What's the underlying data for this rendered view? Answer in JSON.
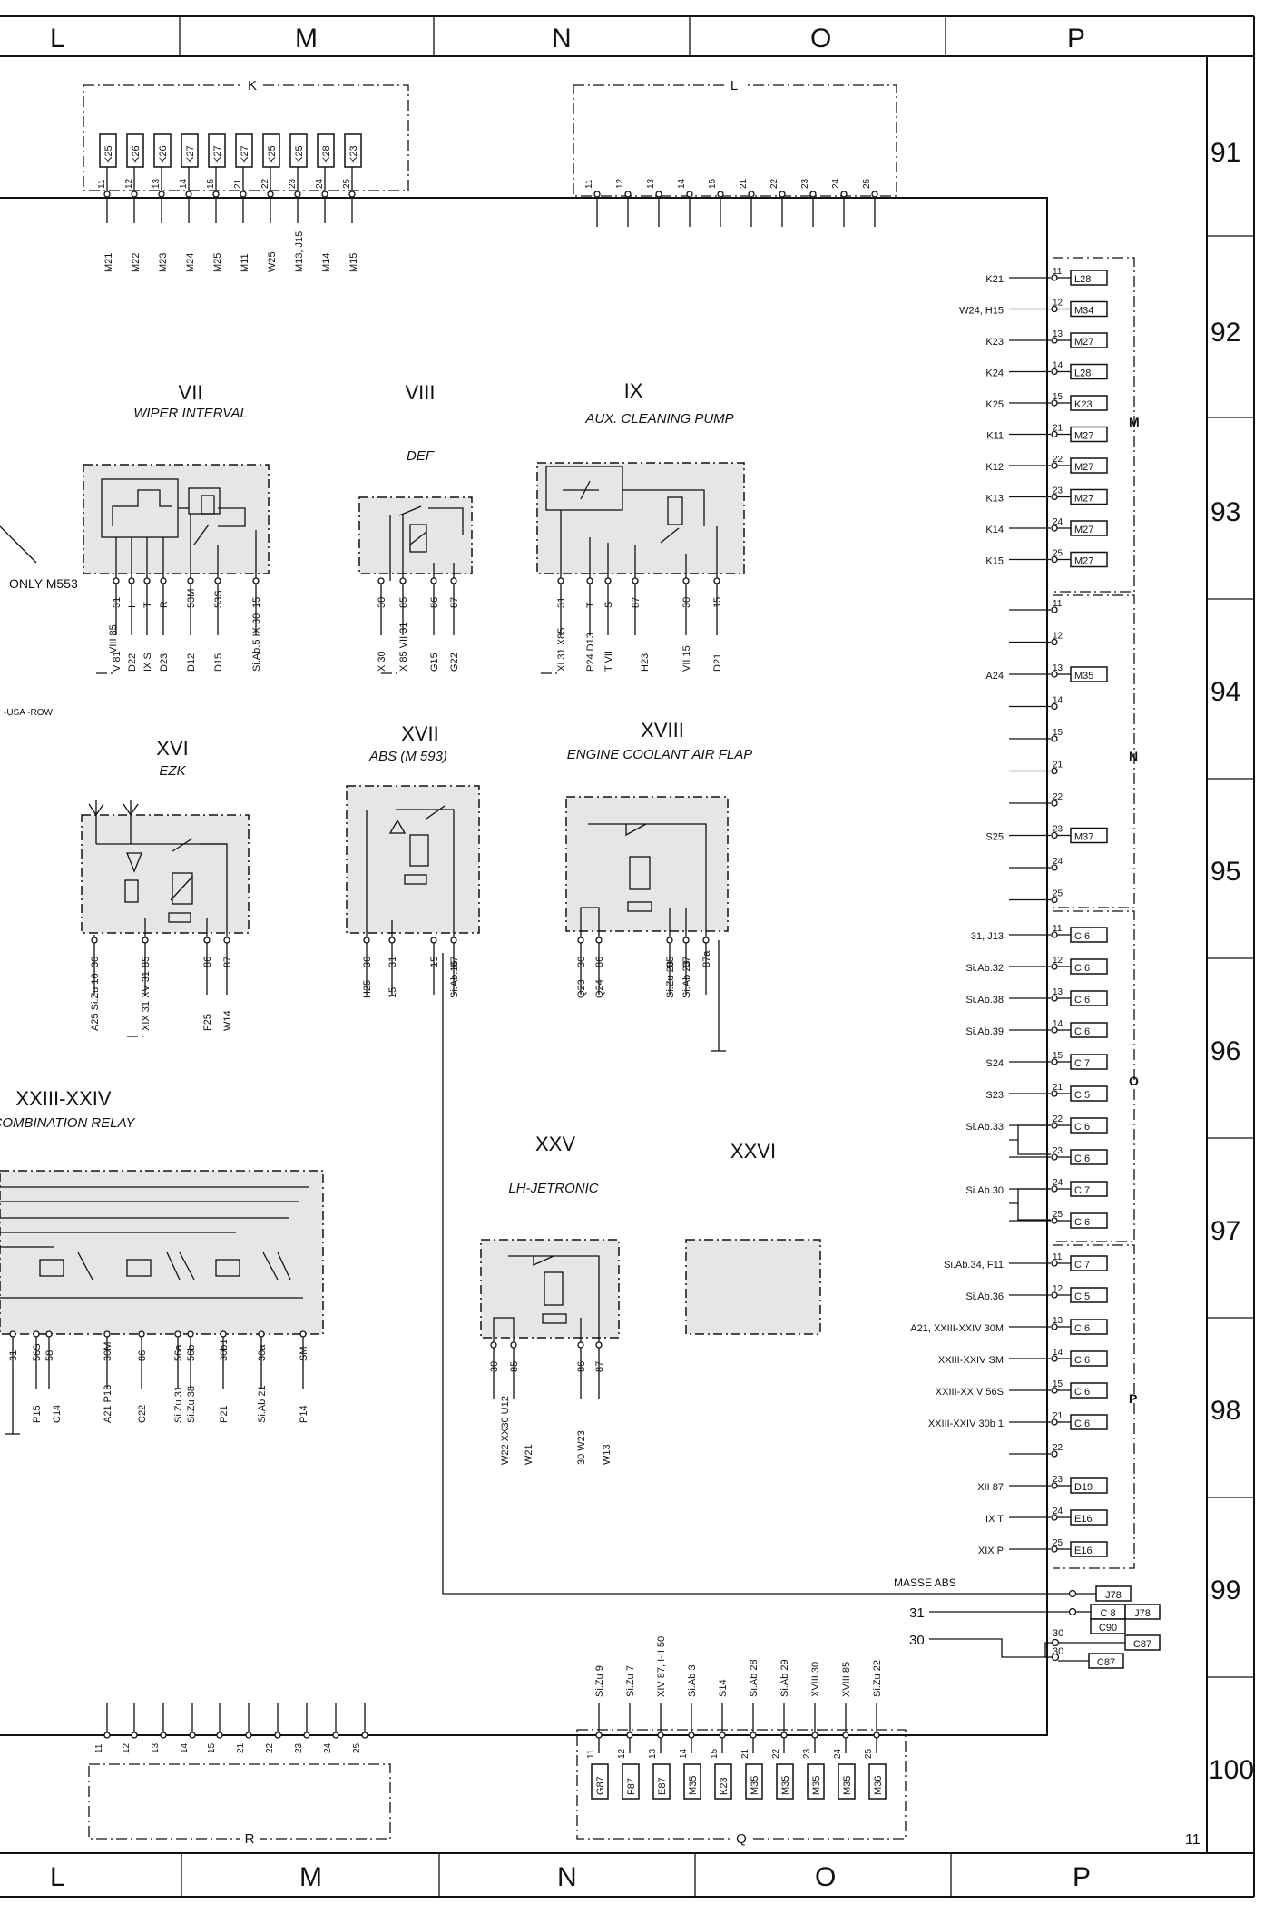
{
  "columns_top": [
    "L",
    "M",
    "N",
    "O",
    "P"
  ],
  "columns_bottom": [
    "L",
    "M",
    "N",
    "O",
    "P"
  ],
  "rows": [
    "91",
    "92",
    "93",
    "94",
    "95",
    "96",
    "97",
    "98",
    "99",
    "100"
  ],
  "sheet_number": "11",
  "masse_abs": "MASSE ABS",
  "connector_K": {
    "label": "K",
    "boxes": [
      "K25",
      "K26",
      "K26",
      "K27",
      "K27",
      "K27",
      "K25",
      "K25",
      "K28",
      "K23"
    ],
    "pins": [
      "11",
      "12",
      "13",
      "14",
      "15",
      "21",
      "22",
      "23",
      "24",
      "25"
    ],
    "wires": [
      "M21",
      "M22",
      "M23",
      "M24",
      "M25",
      "M11",
      "W25",
      "M13, J15",
      "M14",
      "M15"
    ]
  },
  "connector_L": {
    "label": "L",
    "pins": [
      "11",
      "12",
      "13",
      "14",
      "15",
      "21",
      "22",
      "23",
      "24",
      "25"
    ]
  },
  "connector_R": {
    "label": "R",
    "pins": [
      "11",
      "12",
      "13",
      "14",
      "15",
      "21",
      "22",
      "23",
      "24",
      "25"
    ]
  },
  "connector_Q": {
    "label": "Q",
    "pins": [
      "11",
      "12",
      "13",
      "14",
      "15",
      "21",
      "22",
      "23",
      "24",
      "25"
    ],
    "boxes": [
      "G87",
      "F87",
      "E87",
      "M35",
      "K23",
      "M35",
      "M35",
      "M35",
      "M35",
      "M36"
    ],
    "wires": [
      "Si.Zu 9",
      "Si.Zu 7",
      "XIV 87, I-II 50",
      "Si.Ab 3",
      "S14",
      "Si.Ab 28",
      "Si.Ab 29",
      "XVIII 30",
      "XVIII 85",
      "Si.Zu 22"
    ]
  },
  "connector_M": {
    "label": "M",
    "pins": [
      "11",
      "12",
      "13",
      "14",
      "15",
      "21",
      "22",
      "23",
      "24",
      "25"
    ],
    "boxes": [
      "L28",
      "M34",
      "M27",
      "L28",
      "K23",
      "M27",
      "M27",
      "M27",
      "M27",
      "M27"
    ],
    "wires": [
      "K21",
      "W24, H15",
      "K23",
      "K24",
      "K25",
      "K11",
      "K12",
      "K13",
      "K14",
      "K15"
    ]
  },
  "connector_N": {
    "label": "N",
    "pins": [
      "11",
      "12",
      "13",
      "14",
      "15",
      "21",
      "22",
      "23",
      "24",
      "25"
    ],
    "boxes": [
      "",
      "",
      "M35",
      "",
      "",
      "",
      "",
      "M37",
      "",
      ""
    ],
    "wires": [
      "",
      "",
      "A24",
      "",
      "",
      "",
      "",
      "S25",
      "",
      ""
    ]
  },
  "connector_O": {
    "label": "O",
    "pins": [
      "11",
      "12",
      "13",
      "14",
      "15",
      "21",
      "22",
      "23",
      "24",
      "25"
    ],
    "boxes": [
      "C 6",
      "C 6",
      "C 6",
      "C 6",
      "C 7",
      "C 5",
      "C 6",
      "C 6",
      "C 7",
      "C 6"
    ],
    "wires": [
      "31, J13",
      "Si.Ab.32",
      "Si.Ab.38",
      "Si.Ab.39",
      "S24",
      "S23",
      "Si.Ab.33",
      "",
      "Si.Ab.30",
      ""
    ]
  },
  "connector_P": {
    "label": "P",
    "pins": [
      "11",
      "12",
      "13",
      "14",
      "15",
      "21",
      "22",
      "23",
      "24",
      "25"
    ],
    "boxes": [
      "C 7",
      "C 5",
      "C 6",
      "C 6",
      "C 6",
      "C 6",
      "",
      "D19",
      "E16",
      "E16"
    ],
    "wires": [
      "Si.Ab.34, F11",
      "Si.Ab.36",
      "A21, XXIII-XXIV 30M",
      "XXIII-XXIV SM",
      "XXIII-XXIV 56S",
      "XXIII-XXIV 30b 1",
      "",
      "XII 87",
      "IX T",
      "XIX P"
    ]
  },
  "ground": {
    "w31": "31",
    "w30": "30",
    "p30a": "30",
    "p30b": "30",
    "b1": "J78",
    "b2": "C 8",
    "b3": "J78",
    "b4": "C90",
    "b5": "C87",
    "b6": "C87"
  },
  "relays": {
    "vii": {
      "num": "VII",
      "name": "WIPER INTERVAL",
      "pins": [
        "31",
        "I",
        "T",
        "R",
        "53M",
        "53S",
        "15"
      ],
      "wires": [
        "V 81",
        "D22",
        "IX S",
        "D23",
        "D12",
        "D15",
        "Si.Ab.5  IX 30"
      ],
      "lead": "VIII 85",
      "note": "ONLY M553"
    },
    "viii": {
      "num": "VIII",
      "name": "DEF",
      "pins": [
        "30",
        "85",
        "86",
        "87"
      ],
      "wires": [
        "X 30",
        "X 85  VII 31",
        "G15",
        "G22"
      ]
    },
    "ix": {
      "num": "IX",
      "name": "AUX. CLEANING PUMP",
      "pins": [
        "31",
        "T",
        "S",
        "87",
        "30",
        "15"
      ],
      "wires": [
        "XI 31  X85",
        "P24  D13",
        "T VII",
        "H23",
        "VII 15",
        "D21"
      ]
    },
    "xvi": {
      "num": "XVI",
      "name": "EZK",
      "pins": [
        "30",
        "85",
        "86",
        "87"
      ],
      "wires": [
        "A25  Si.Zu 16",
        "XIX 31  XV 31",
        "F25",
        "W14"
      ]
    },
    "xvii": {
      "num": "XVII",
      "name": "ABS (M 593)",
      "pins": [
        "30",
        "31",
        "15",
        "87"
      ],
      "wires": [
        "H25",
        "15",
        "Si.Ab.16"
      ]
    },
    "xviii": {
      "num": "XVIII",
      "name": "ENGINE COOLANT AIR FLAP",
      "pins": [
        "30",
        "86",
        "85",
        "87",
        "87a"
      ],
      "wires": [
        "Q23",
        "Q24",
        "Si.Zu 23",
        "Si.Ab 23"
      ]
    },
    "xxiii": {
      "num": "XXIII-XXIV",
      "name": "COMBINATION RELAY",
      "pins": [
        "31",
        "56S",
        "58",
        "30M",
        "86",
        "56a",
        "56b",
        "30b1",
        "30a",
        "SM"
      ],
      "wires": [
        "P15",
        "C14",
        "A21  P13",
        "C22",
        "Si.Zu 31",
        "Si.Zu 38",
        "P21",
        "Si.Ab 21",
        "P14"
      ]
    },
    "xxv": {
      "num": "XXV",
      "name": "LH-JETRONIC",
      "pins": [
        "30",
        "85",
        "86",
        "87"
      ],
      "wires": [
        "W22  XX30  U12",
        "W21",
        "30  W23",
        "W13"
      ]
    },
    "xxvi": {
      "num": "XXVI"
    }
  },
  "region_tag": "-USA\n-ROW"
}
